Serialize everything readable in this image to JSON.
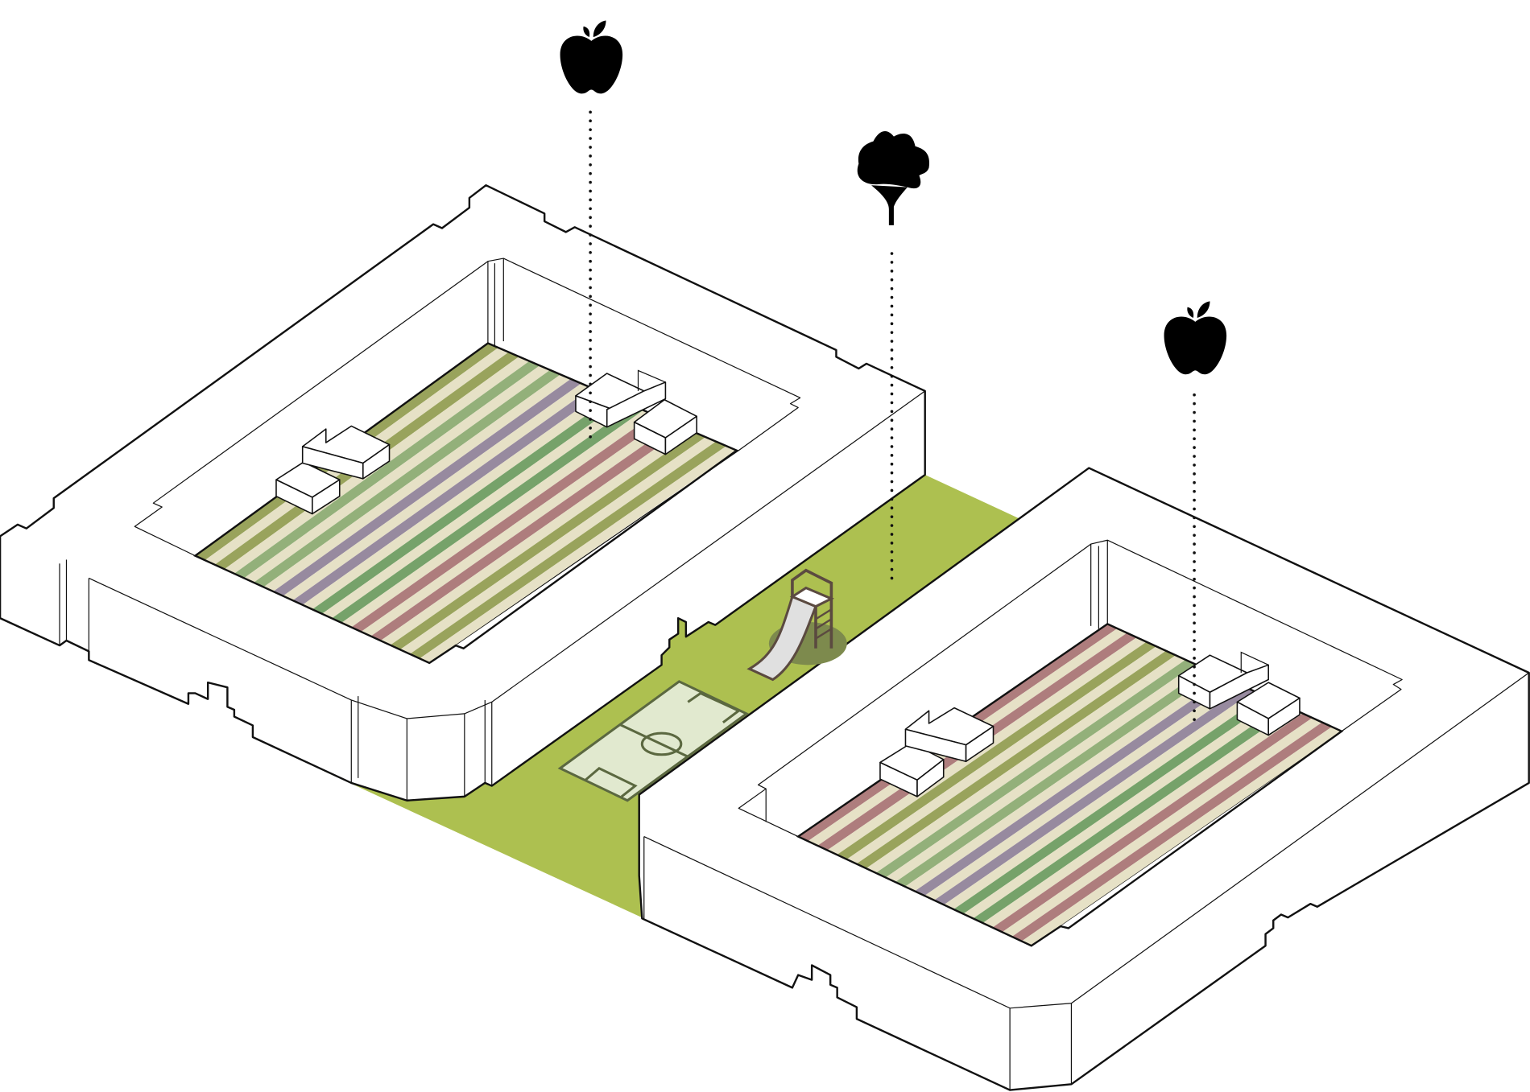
{
  "colors": {
    "ground": "#adc050",
    "cream": "#e6e1c6",
    "olive": "#99a35c",
    "light_green": "#93b07a",
    "purple": "#978a9f",
    "green": "#76a26a",
    "red": "#ae7d7d",
    "field": "#e1e9cf",
    "field_line": "#5b6840"
  },
  "gardens": [
    {
      "name": "left-courtyard-garden",
      "stripes": [
        "olive",
        "cream",
        "olive",
        "cream",
        "light_green",
        "cream",
        "light_green",
        "cream",
        "purple",
        "cream",
        "purple",
        "cream",
        "green",
        "cream",
        "green",
        "cream",
        "red",
        "cream",
        "red",
        "cream",
        "olive",
        "cream",
        "olive",
        "cream"
      ]
    },
    {
      "name": "right-courtyard-garden",
      "stripes": [
        "red",
        "cream",
        "red",
        "cream",
        "olive",
        "cream",
        "olive",
        "cream",
        "light_green",
        "cream",
        "light_green",
        "cream",
        "purple",
        "cream",
        "purple",
        "cream",
        "green",
        "cream",
        "green",
        "cream",
        "red",
        "cream",
        "red",
        "cream"
      ]
    }
  ],
  "icons": [
    "apple-icon",
    "tree-icon",
    "apple-icon",
    "slide-icon",
    "football-field-icon"
  ]
}
